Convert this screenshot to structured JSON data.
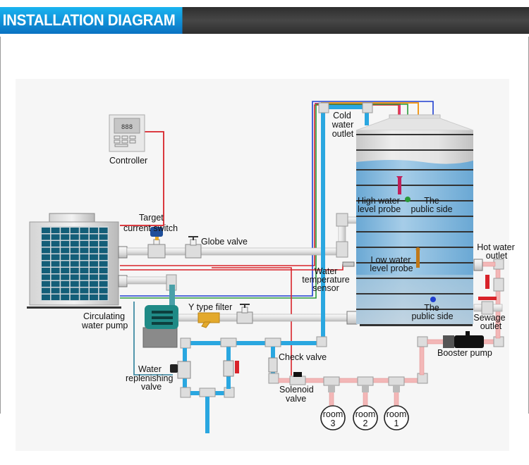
{
  "header": {
    "title": "INSTALLATION DIAGRAM",
    "title_bg": "#0f8ed8",
    "bar_bg": "#3a3a3a"
  },
  "colors": {
    "cold_pipe": "#2aa7e0",
    "hot_pipe": "#f3b7b7",
    "wire_red": "#d8232a",
    "wire_pink": "#e0307a",
    "wire_green": "#2a9a3a",
    "wire_orange": "#f09a20",
    "wire_blue": "#1f3fd0",
    "tank_water": "#78b4dc",
    "unit_panel": "#135e78"
  },
  "labels": {
    "controller": "Controller",
    "target_switch": [
      "Target",
      "current switch"
    ],
    "globe_valve": "Globe valve",
    "cold_water_outlet": [
      "Cold",
      "water",
      "outlet"
    ],
    "high_probe": [
      "High water",
      "level probe"
    ],
    "public_side_top": [
      "The",
      "public side"
    ],
    "low_probe": [
      "Low water",
      "level probe"
    ],
    "public_side_bottom": [
      "The",
      "public side"
    ],
    "water_temp_sensor": [
      "Water",
      "temperature",
      "sensor"
    ],
    "hot_water_outlet": [
      "Hot water",
      "outlet"
    ],
    "sewage_outlet": [
      "Sewage",
      "outlet"
    ],
    "circulating_pump": [
      "Circulating",
      "water pump"
    ],
    "y_filter": "Y type filter",
    "check_valve": "Check valve",
    "booster_pump": "Booster pump",
    "replenishing_valve": [
      "Water",
      "replenishing",
      "valve"
    ],
    "solenoid_valve": [
      "Solenoid",
      "valve"
    ]
  },
  "rooms": [
    {
      "label": "room",
      "number": "3"
    },
    {
      "label": "room",
      "number": "2"
    },
    {
      "label": "room",
      "number": "1"
    }
  ],
  "controller_display": "888"
}
